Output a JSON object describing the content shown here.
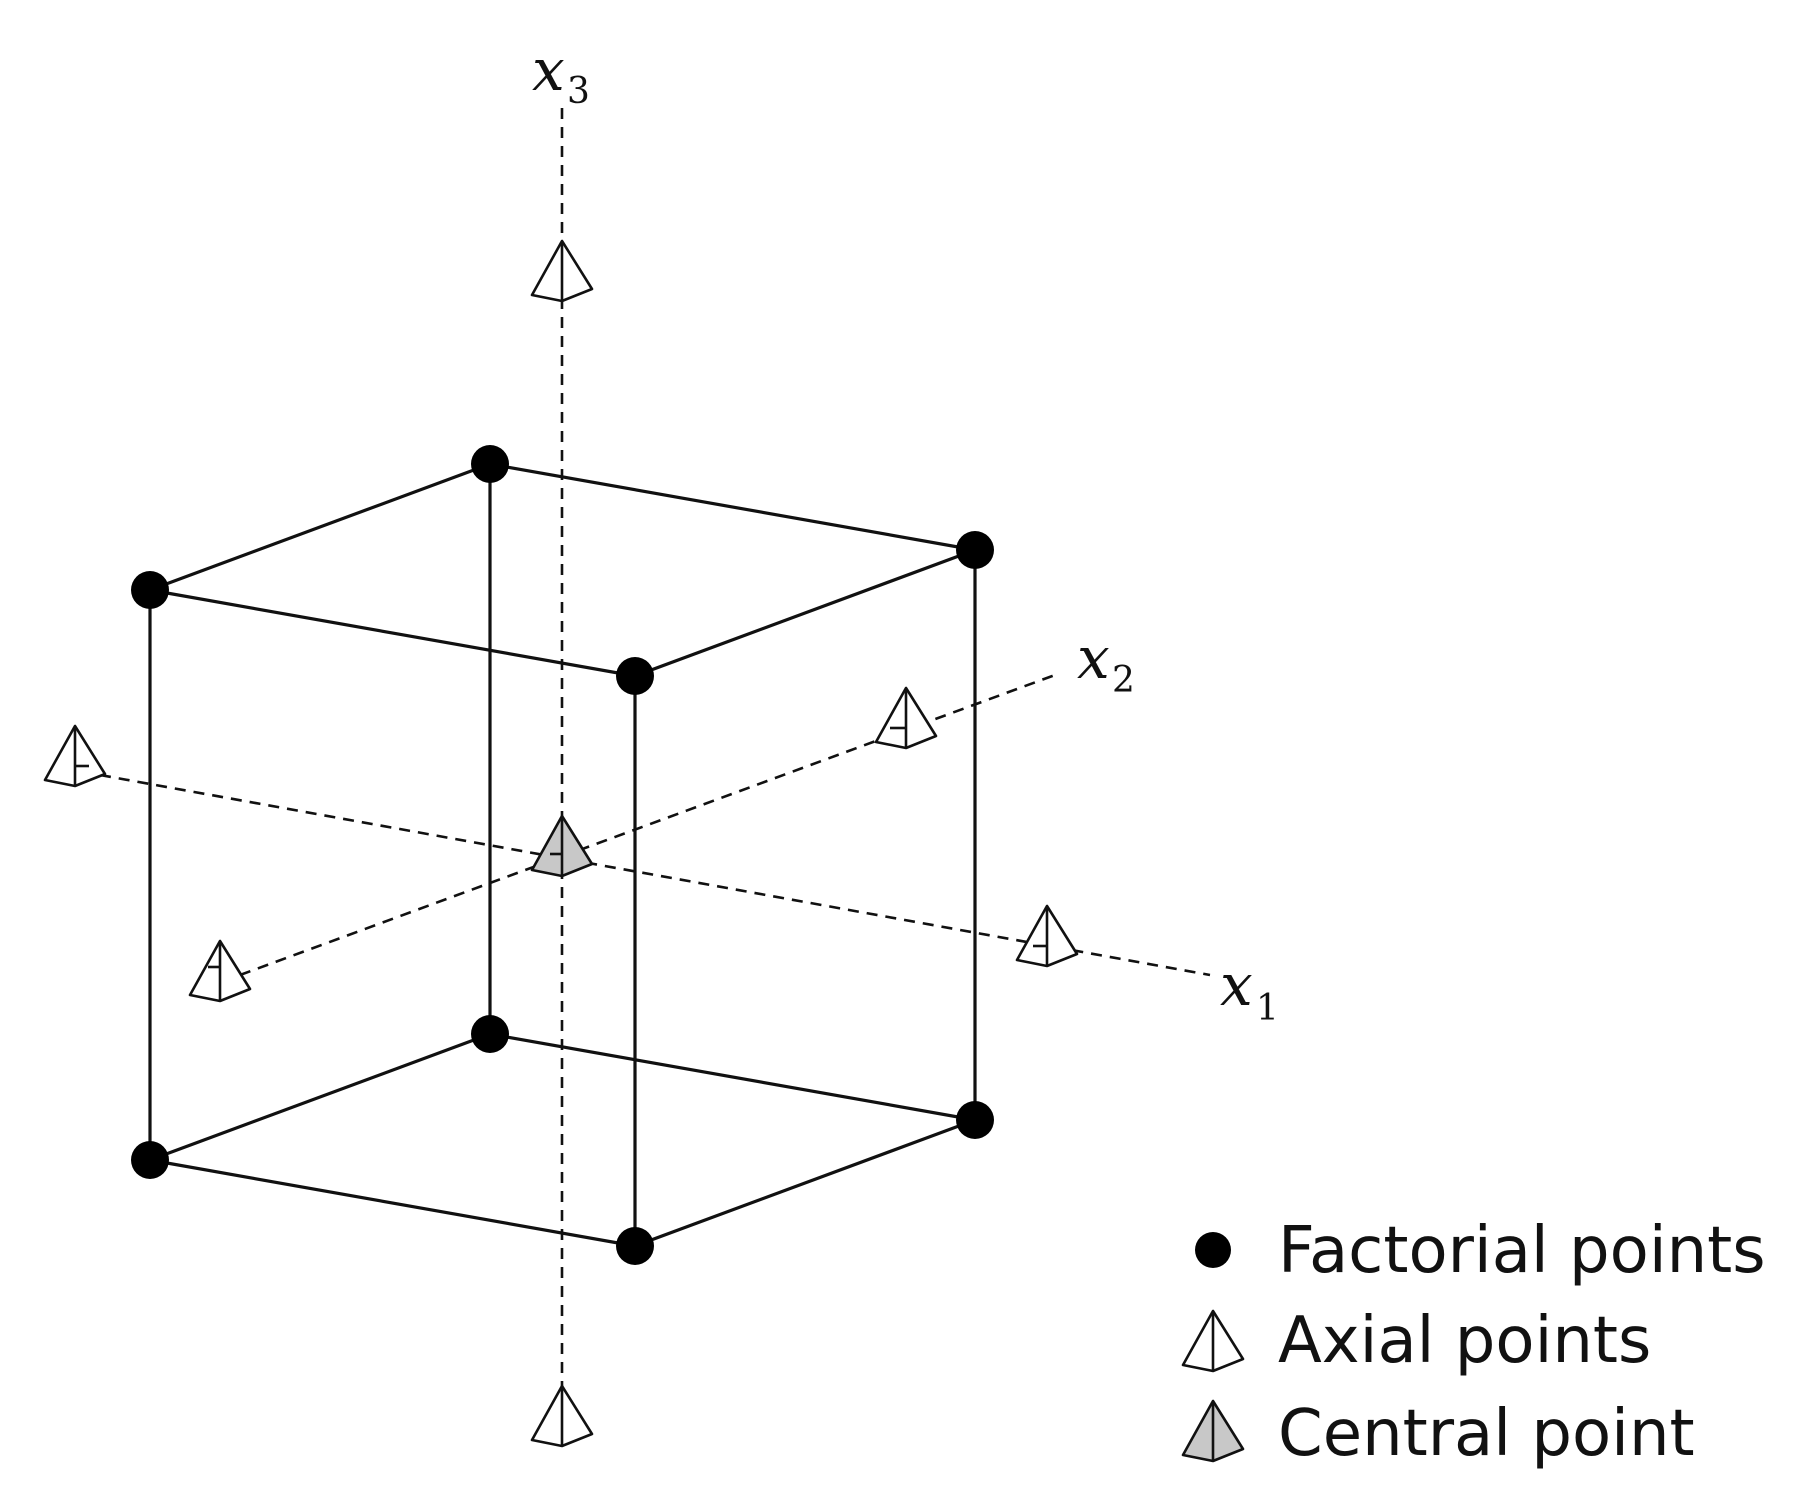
{
  "axes": [
    {
      "id": "x1",
      "letter": "x",
      "subscript": "1"
    },
    {
      "id": "x2",
      "letter": "x",
      "subscript": "2"
    },
    {
      "id": "x3",
      "letter": "x",
      "subscript": "3"
    }
  ],
  "legend": {
    "factorial": "Factorial points",
    "axial": "Axial points",
    "central": "Central point"
  },
  "colors": {
    "line": "#111111",
    "factorial_fill": "#000000",
    "axial_fill": "#ffffff",
    "central_fill": "#c8c8c8"
  },
  "point_counts": {
    "factorial": 8,
    "axial": 6,
    "central": 1
  }
}
